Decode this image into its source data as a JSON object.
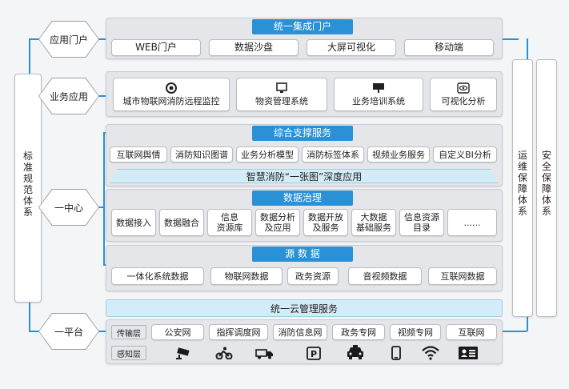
{
  "left_vertical": {
    "chars": [
      "标",
      "准",
      "规",
      "范",
      "体",
      "系"
    ]
  },
  "right_vertical_1": {
    "chars": [
      "运",
      "维",
      "保",
      "障",
      "体",
      "系"
    ]
  },
  "right_vertical_2": {
    "chars": [
      "安",
      "全",
      "保",
      "障",
      "体",
      "系"
    ]
  },
  "hexagons": [
    {
      "label": "应用门户"
    },
    {
      "label": "业务应用"
    },
    {
      "label": "一中心"
    },
    {
      "label": "一平台"
    }
  ],
  "portal": {
    "title": "统一集成门户",
    "items": [
      "WEB门户",
      "数据沙盘",
      "大屏可视化",
      "移动端"
    ]
  },
  "business": {
    "items": [
      {
        "label": "城市物联网消防远程监控",
        "icon": "alarm-icon"
      },
      {
        "label": "物资管理系统",
        "icon": "monitor-icon"
      },
      {
        "label": "业务培训系统",
        "icon": "presentation-icon"
      },
      {
        "label": "可视化分析",
        "icon": "eye-icon"
      }
    ]
  },
  "support": {
    "title": "综合支撑服务",
    "items": [
      "互联网舆情",
      "消防知识图谱",
      "业务分析模型",
      "消防标签体系",
      "视频业务服务",
      "自定义BI分析"
    ],
    "banner": "智慧消防“一张图”深度应用"
  },
  "governance": {
    "title": "数据治理",
    "items": [
      "数据接入",
      "数据融合",
      "信息\n资源库",
      "数据分析\n及应用",
      "数据开放\n及服务",
      "大数据\n基础服务",
      "信息资源\n目录",
      "......"
    ]
  },
  "source": {
    "title": "源 数 据",
    "items": [
      "一体化系统数据",
      "物联网数据",
      "政务资源",
      "音视频数据",
      "互联网数据"
    ]
  },
  "platform": {
    "title": "统一云管理服务",
    "transport_label": "传输层",
    "transport_items": [
      "公安网",
      "指挥调度网",
      "消防信息网",
      "政务专网",
      "视频专网",
      "互联网"
    ],
    "sense_label": "感知层",
    "sense_icons": [
      "camera-icon",
      "cyclist-icon",
      "truck-icon",
      "parking-icon",
      "car-icon",
      "phone-icon",
      "wifi-icon",
      "id-card-icon"
    ]
  },
  "colors": {
    "accent": "#2a91d6",
    "light_accent": "#d4ecf8"
  }
}
